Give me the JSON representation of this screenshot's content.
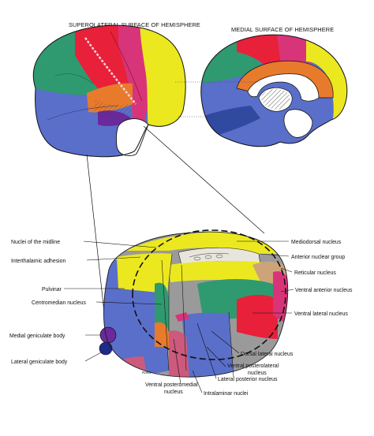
{
  "titles": {
    "superolateral": "SUPEROLATERAL SURFACE OF HEMISPHERE",
    "medial": "MEDIAL SURFACE OF HEMISPHERE"
  },
  "labels_left": {
    "midline": "Nuclei of the midline",
    "interthalamic": "Interthalamic adhesion",
    "pulvinar": "Pulvinar",
    "centromedian": "Centromedian nucleus",
    "medial_geniculate": "Medial geniculate body",
    "lateral_geniculate": "Lateral geniculate body"
  },
  "labels_right": {
    "mediodorsal": "Mediodorsal nucleus",
    "anterior_group": "Anterior nuclear group",
    "reticular": "Reticular nucleus",
    "ventral_anterior": "Ventral anterior nucleus",
    "ventral_lateral": "Ventral lateral nucleus"
  },
  "labels_bottom": {
    "dorsal_lateral": "Dorsal lateral nucleus",
    "vpl_1": "Ventral posterolateral",
    "vpl_2": "nucleus",
    "vpm_1": "Ventral posteromedial",
    "vpm_2": "nucleus",
    "lateral_posterior": "Lateral posterior nucleus",
    "intralaminar": "Intralaminar nuclei"
  },
  "signature": "Ranw",
  "colors": {
    "blue": "#5a6fc9",
    "green": "#2f9a70",
    "red": "#e8203a",
    "magenta": "#d8347a",
    "yellow": "#ece81f",
    "orange": "#e87a2c",
    "purple": "#6a2a9c",
    "gray": "#9a9a9a",
    "tan": "#cda47a",
    "rose": "#cc5a7d"
  }
}
